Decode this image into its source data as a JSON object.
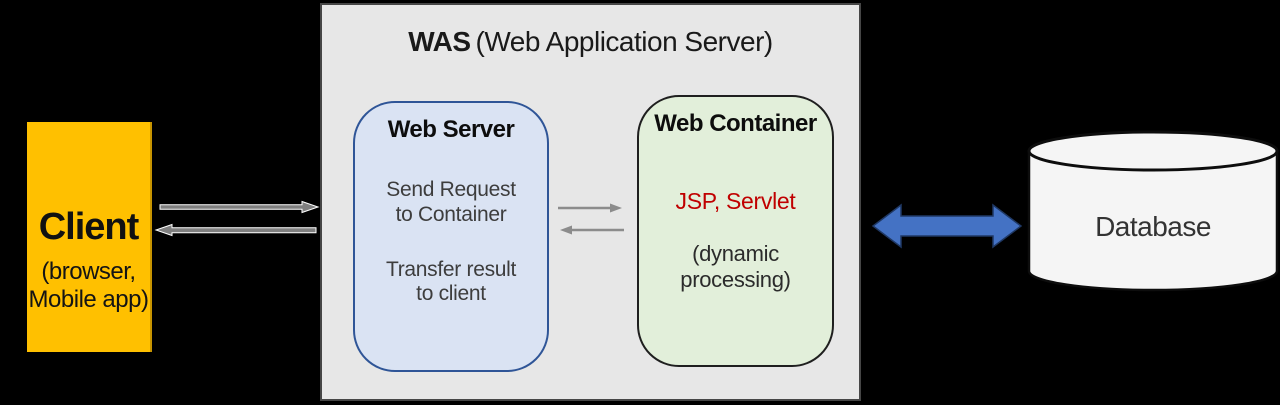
{
  "diagram": {
    "background_color": "#000000",
    "client": {
      "title": "Client",
      "subtitle": "(browser,\nMobile app)",
      "bg_color": "#FFC000"
    },
    "was": {
      "title_main": "WAS",
      "title_sub": "(Web Application Server)",
      "bg_color": "#E7E7E7"
    },
    "web_server": {
      "title": "Web Server",
      "body_line1": "Send Request\nto Container",
      "body_line2": "Transfer result\nto client",
      "bg_color": "#DAE3F3",
      "border_color": "#2F5597"
    },
    "web_container": {
      "title": "Web Container",
      "highlight": "JSP, Servlet",
      "highlight_color": "#C00000",
      "note": "(dynamic\nprocessing)",
      "bg_color": "#E2EFDA",
      "border_color": "#1F1F1F"
    },
    "database": {
      "label": "Database",
      "bg_color": "#F5F5F5"
    },
    "arrows": {
      "client_to_was_icon": "right-block-arrow-icon",
      "was_to_client_icon": "left-block-arrow-icon",
      "server_to_container_icon": "right-thin-arrow-icon",
      "container_to_server_icon": "left-thin-arrow-icon",
      "was_database_icon": "double-headed-arrow-icon",
      "gray_color": "#7F7F7F",
      "thin_gray_color": "#8C8C8C",
      "blue_color": "#4472C4",
      "blue_border_color": "#1F3864"
    }
  }
}
